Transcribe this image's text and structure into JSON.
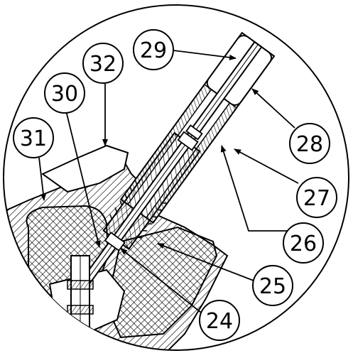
{
  "figure": {
    "callouts": [
      {
        "id": "29",
        "label": "29"
      },
      {
        "id": "32",
        "label": "32"
      },
      {
        "id": "30",
        "label": "30"
      },
      {
        "id": "31",
        "label": "31"
      },
      {
        "id": "28",
        "label": "28"
      },
      {
        "id": "27",
        "label": "27"
      },
      {
        "id": "26",
        "label": "26"
      },
      {
        "id": "25",
        "label": "25"
      },
      {
        "id": "24",
        "label": "24"
      }
    ],
    "colors": {
      "ink": "#000000",
      "paper": "#ffffff"
    }
  }
}
